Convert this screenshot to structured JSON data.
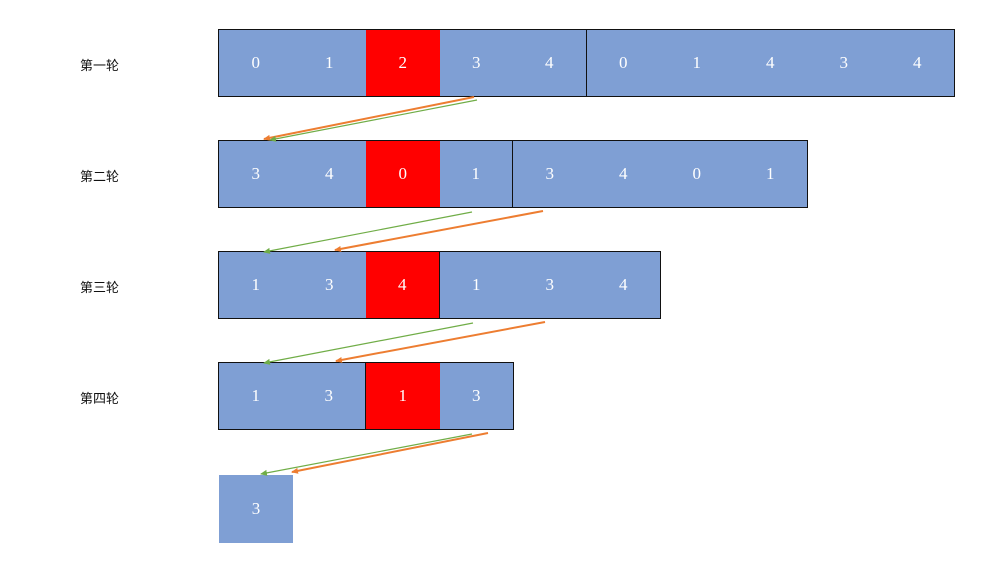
{
  "colors": {
    "cell": "#7f9fd4",
    "highlight": "#ff0000",
    "orange_arrow": "#ed7d31",
    "green_arrow": "#70ad47",
    "border": "#111111"
  },
  "rounds": [
    {
      "label": "第一轮",
      "cells": [
        "0",
        "1",
        "2",
        "3",
        "4",
        "0",
        "1",
        "4",
        "3",
        "4"
      ],
      "highlight_index": 2,
      "split_after": 4
    },
    {
      "label": "第二轮",
      "cells": [
        "3",
        "4",
        "0",
        "1",
        "3",
        "4",
        "0",
        "1"
      ],
      "highlight_index": 2,
      "split_after": 3
    },
    {
      "label": "第三轮",
      "cells": [
        "1",
        "3",
        "4",
        "1",
        "3",
        "4"
      ],
      "highlight_index": 2,
      "split_after": 2
    },
    {
      "label": "第四轮",
      "cells": [
        "1",
        "3",
        "1",
        "3"
      ],
      "highlight_index": 2,
      "split_after": 1
    }
  ],
  "final": {
    "value": "3"
  }
}
